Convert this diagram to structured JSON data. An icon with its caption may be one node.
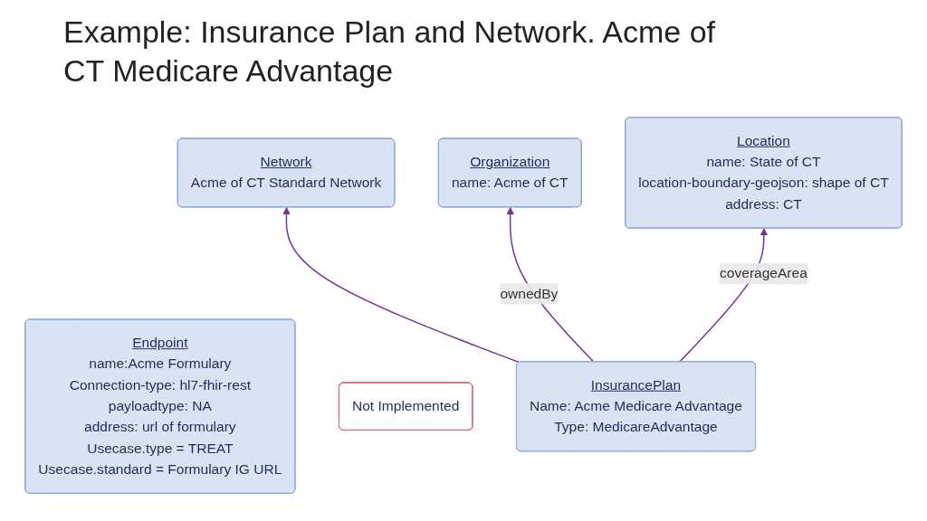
{
  "diagram": {
    "title": "Example:  Insurance Plan and Network. Acme of CT Medicare Advantage",
    "nodes": [
      {
        "text": [
          "Network",
          "Acme of CT Standard Network"
        ]
      },
      {
        "text": [
          "Organization",
          "name: Acme of CT"
        ]
      },
      {
        "text": [
          "Location",
          "name: State of CT",
          "location-boundary-geojson: shape of CT",
          "address: CT"
        ]
      },
      {
        "text": [
          "InsurancePlan",
          "Name: Acme Medicare Advantage",
          "Type: MedicareAdvantage"
        ]
      },
      {
        "text": [
          "Endpoint",
          "name:Acme Formulary",
          "Connection-type: hl7-fhir-rest",
          "payloadtype: NA",
          "address: url of formulary",
          "Usecase.type = TREAT",
          "Usecase.standard = Formulary IG URL"
        ]
      },
      {
        "text": [
          "Not Implemented"
        ]
      }
    ],
    "edges": [
      {
        "from": 3,
        "to": 0,
        "arrow": "to"
      },
      {
        "from": 3,
        "to": 1,
        "arrow": "to",
        "label": "ownedBy"
      },
      {
        "from": 3,
        "to": 2,
        "arrow": "to",
        "label": "coverageArea"
      }
    ]
  }
}
